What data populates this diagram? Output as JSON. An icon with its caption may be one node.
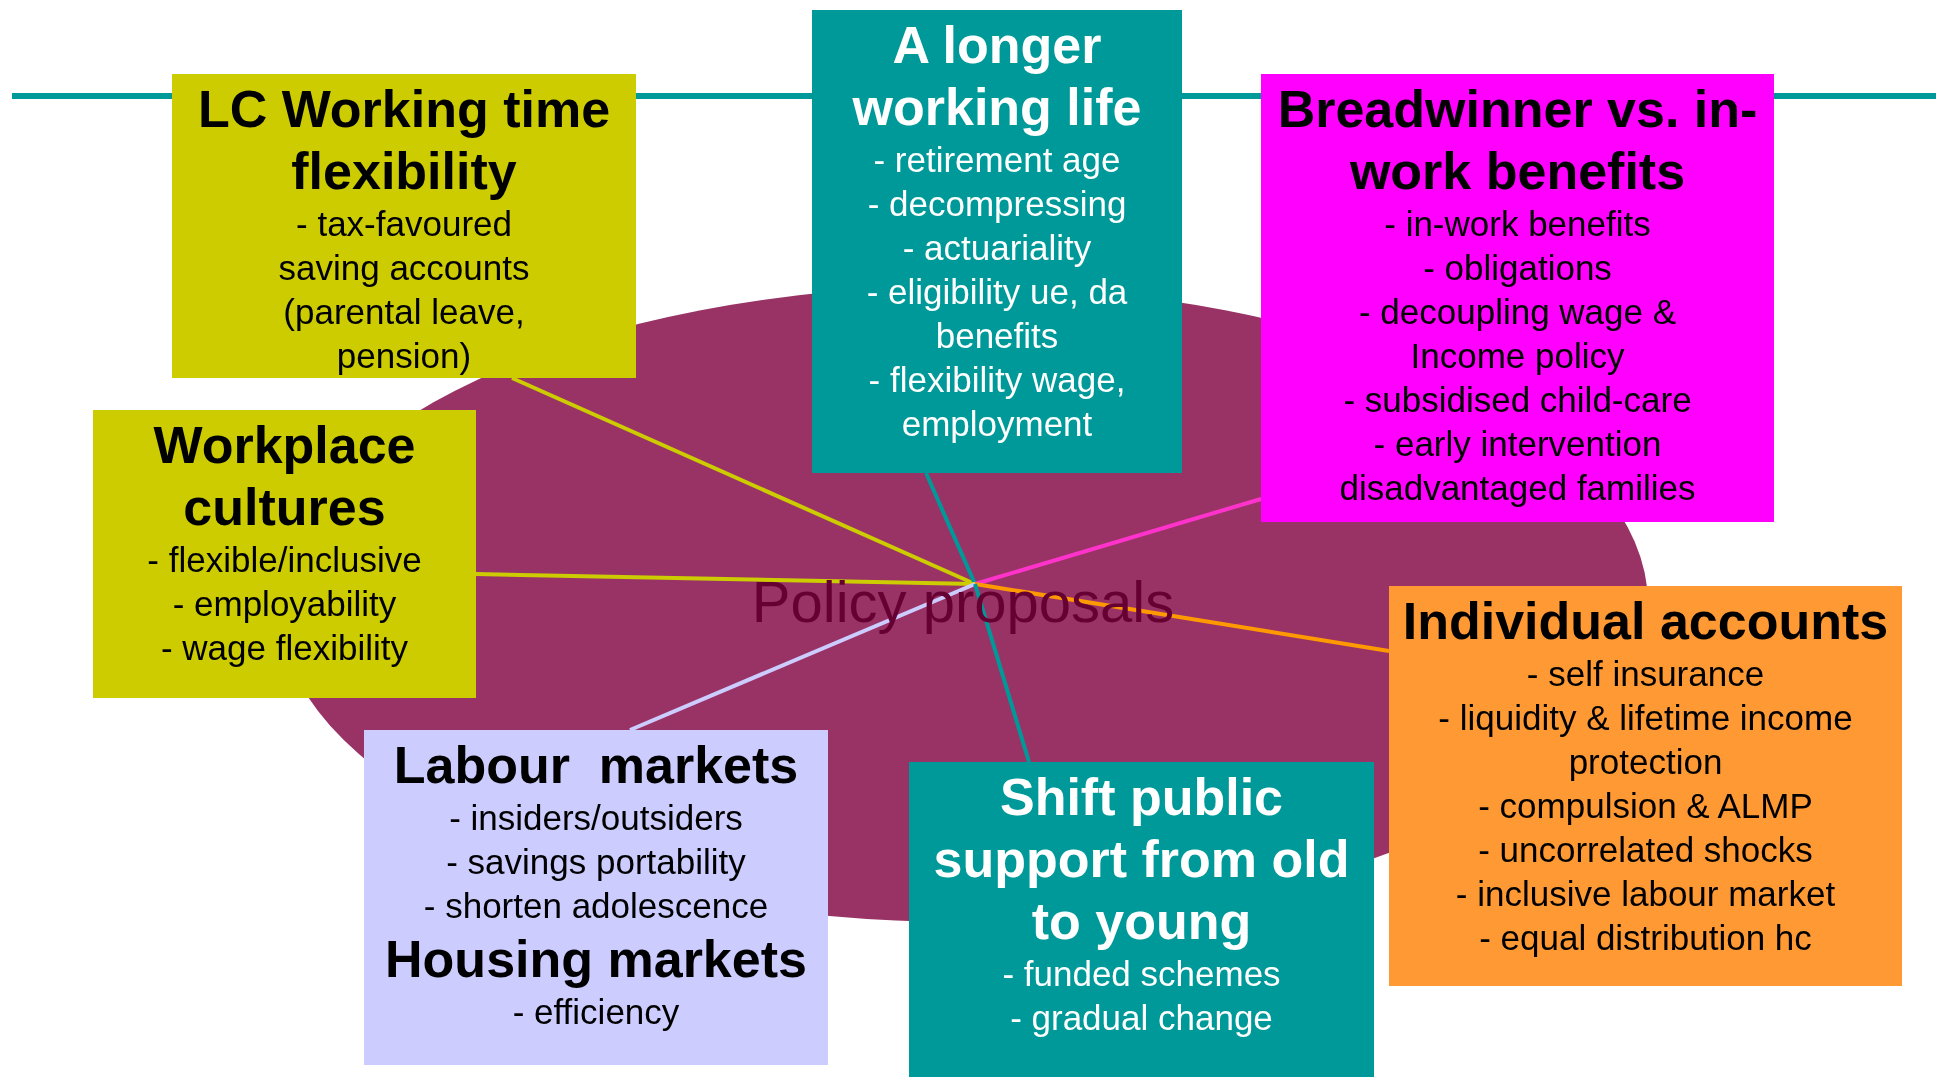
{
  "diagram": {
    "nodes": [
      {
        "text": [
          "Policy proposals"
        ]
      },
      {
        "text": [
          "LC Working time flexibility",
          "- tax-favoured saving accounts (parental leave, pension)"
        ]
      },
      {
        "text": [
          "A longer working life",
          "- retirement age",
          "- decompressing",
          "- actuariality",
          "- eligibility ue, da benefits",
          "- flexibility wage, employment"
        ]
      },
      {
        "text": [
          "Breadwinner vs. in-work benefits",
          "- in-work benefits",
          "- obligations",
          "- decoupling wage & Income policy",
          "- subsidised child-care",
          "- early intervention disadvantaged families"
        ]
      },
      {
        "text": [
          "Workplace cultures",
          "- flexible/inclusive",
          "- employability",
          "- wage flexibility"
        ]
      },
      {
        "text": [
          "Individual accounts",
          "- self insurance",
          "- liquidity & lifetime income protection",
          "- compulsion & ALMP",
          "- uncorrelated shocks",
          "- inclusive labour market",
          "- equal distribution hc"
        ]
      },
      {
        "text": [
          "Labour  markets",
          "- insiders/outsiders",
          "- savings portability",
          "- shorten adolescence",
          "Housing markets",
          "- efficiency"
        ]
      },
      {
        "text": [
          "Shift public support from old to young",
          "- funded schemes",
          "- gradual change"
        ]
      }
    ],
    "edges": [
      {
        "from": 0,
        "to": 1,
        "arrow": "none",
        "color": "#cccc00"
      },
      {
        "from": 0,
        "to": 2,
        "arrow": "none",
        "color": "#009999"
      },
      {
        "from": 0,
        "to": 3,
        "arrow": "none",
        "color": "#ff33cc"
      },
      {
        "from": 0,
        "to": 4,
        "arrow": "none",
        "color": "#cccc00"
      },
      {
        "from": 0,
        "to": 5,
        "arrow": "none",
        "color": "#ff9900"
      },
      {
        "from": 0,
        "to": 6,
        "arrow": "none",
        "color": "#ccccff"
      },
      {
        "from": 0,
        "to": 7,
        "arrow": "none",
        "color": "#009999"
      }
    ]
  }
}
